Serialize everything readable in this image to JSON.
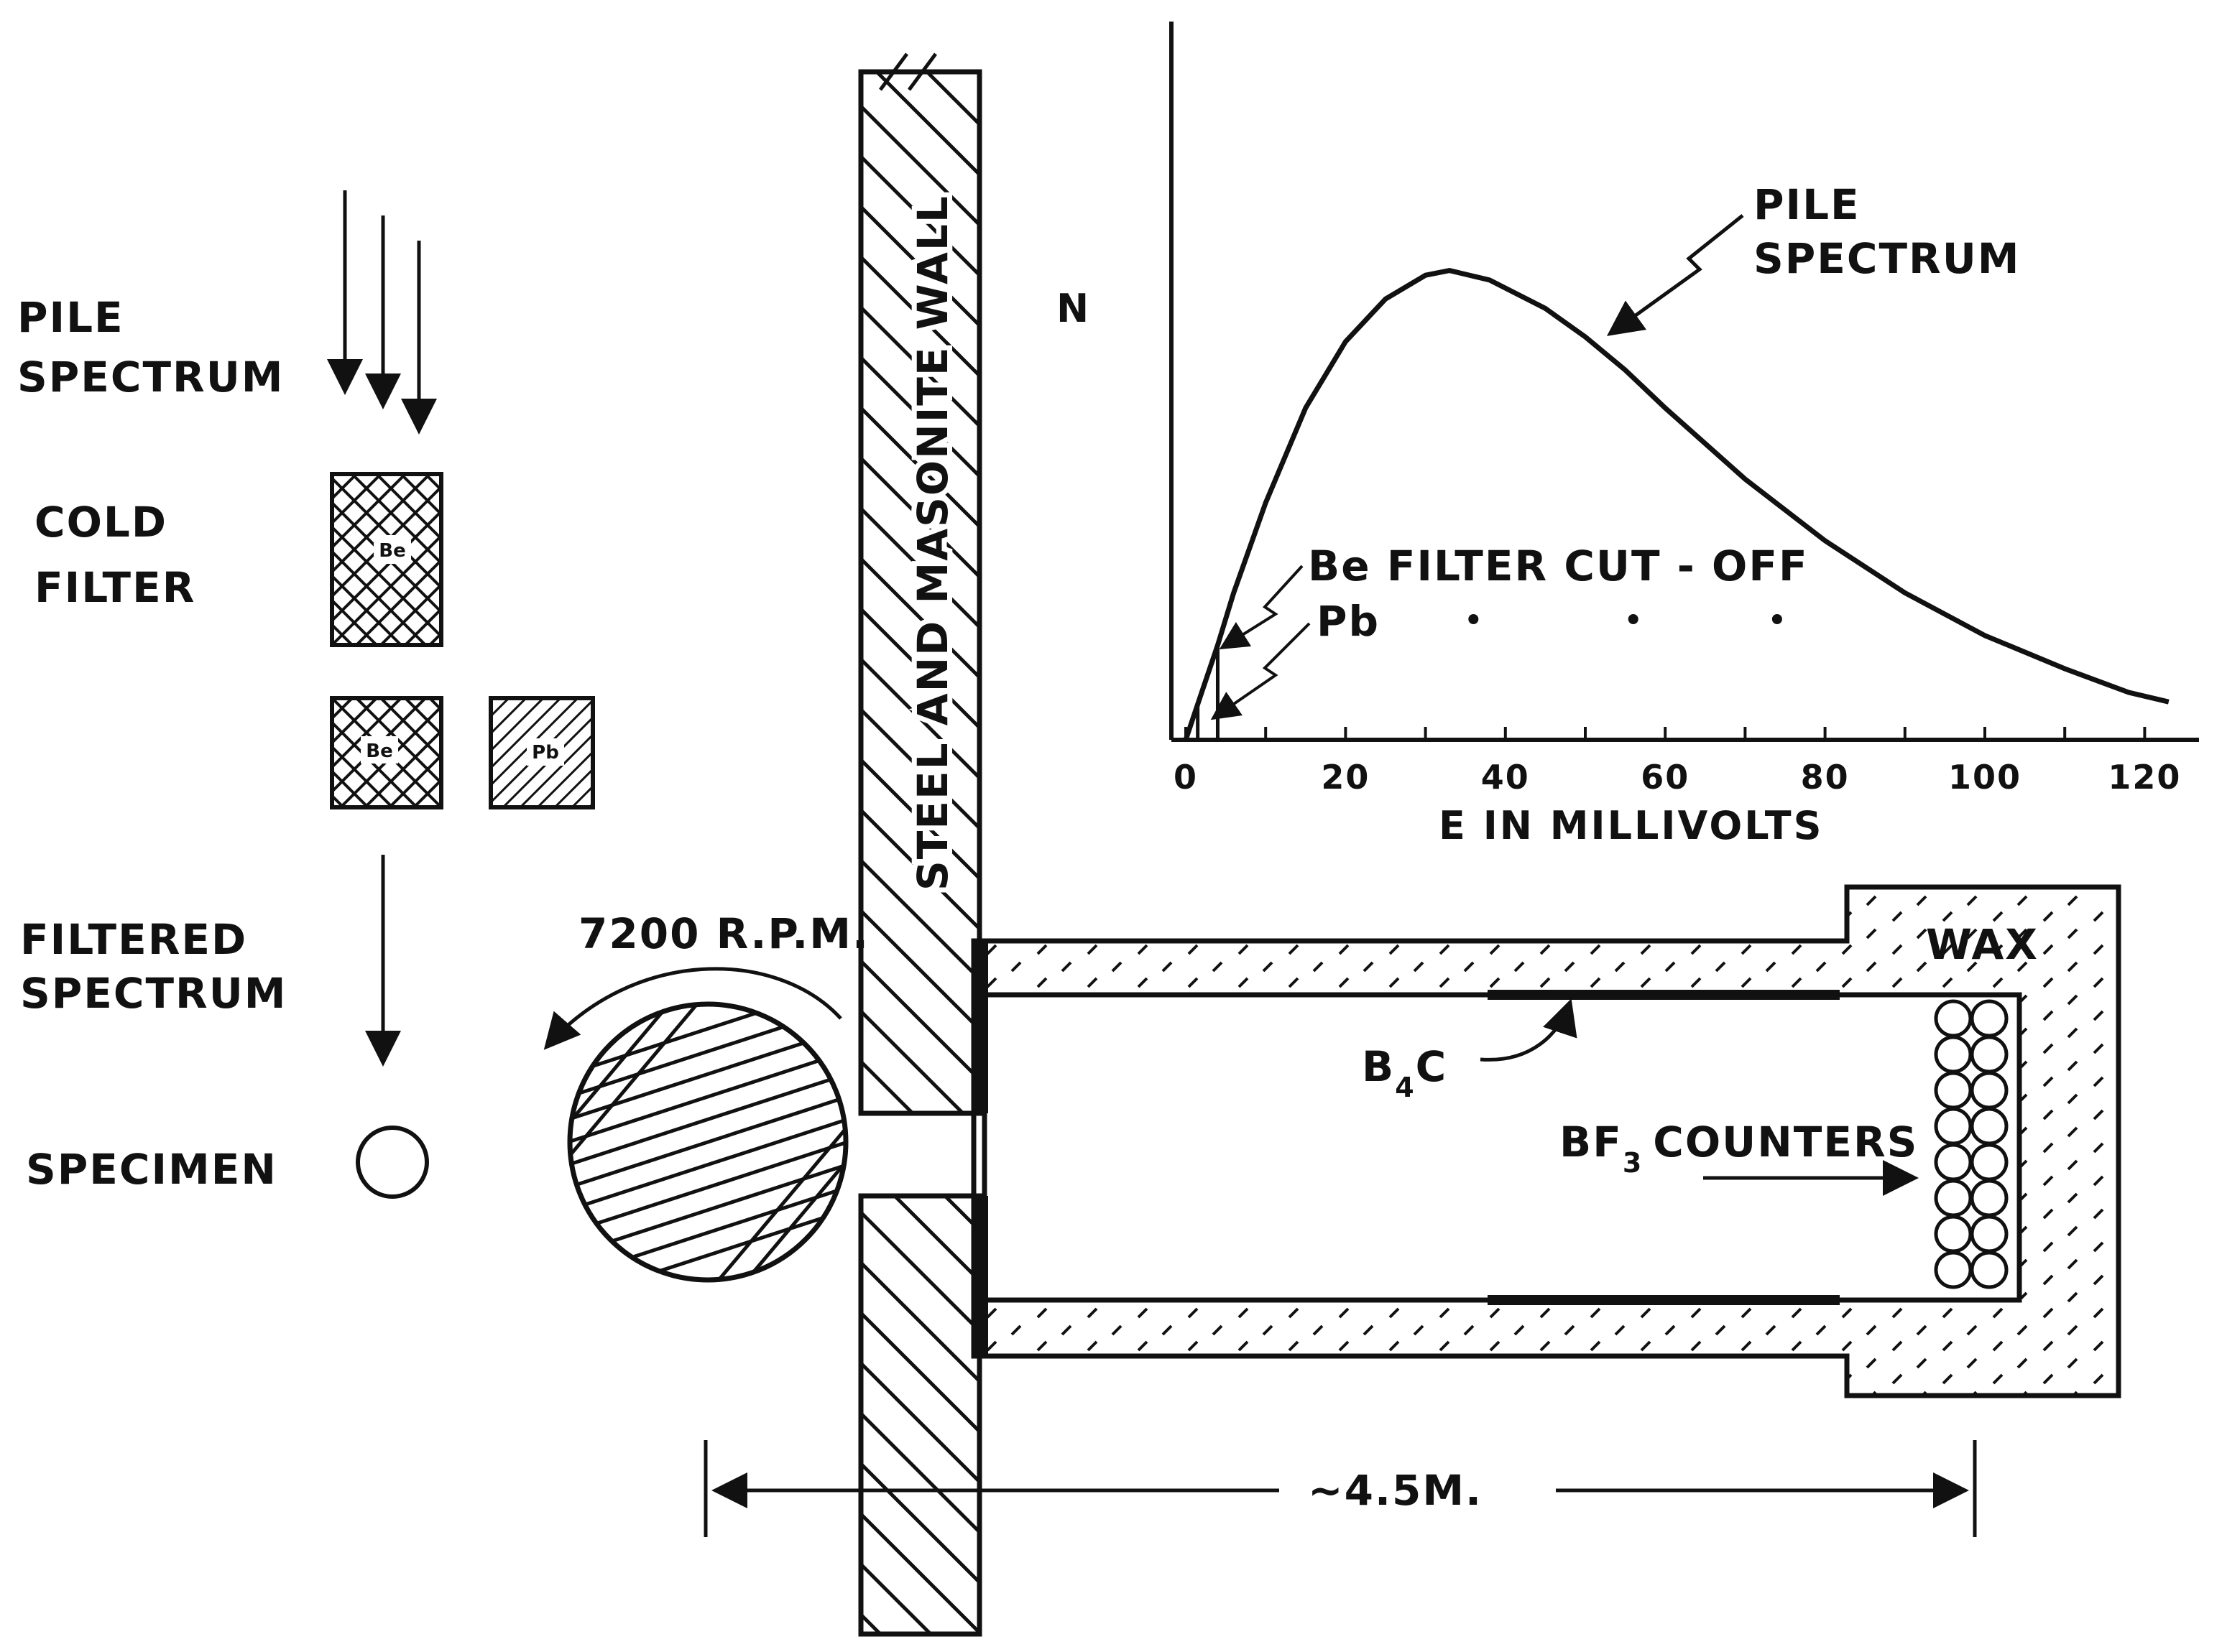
{
  "left_panel": {
    "incoming_label": [
      "PILE",
      "SPECTRUM"
    ],
    "cold_filter_label": [
      "COLD",
      "FILTER"
    ],
    "filter_be_text": "Be",
    "filter_pb_text": "Pb",
    "filtered_label": [
      "FILTERED",
      "SPECTRUM"
    ],
    "specimen_label": "SPECIMEN"
  },
  "rotor_label": "7200 R.P.M.",
  "wall_label": "STEEL AND MASONITE WALL",
  "detector": {
    "wax_label": "WAX",
    "b4c_label": {
      "main": "B",
      "sub": "4",
      "tail": "C"
    },
    "counters_label": {
      "main": "BF",
      "sub": "3",
      "tail": "COUNTERS"
    }
  },
  "distance_label": "~4.5M.",
  "chart_data": {
    "type": "line",
    "title": "",
    "xlabel": "E IN MILLIVOLTS",
    "ylabel": "N",
    "xlim": [
      0,
      125
    ],
    "xticks": [
      "0",
      "20",
      "40",
      "60",
      "80",
      "100",
      "120"
    ],
    "grid": false,
    "series": [
      {
        "name": "PILE SPECTRUM",
        "points": [
          [
            0,
            0
          ],
          [
            2,
            10
          ],
          [
            4,
            20
          ],
          [
            6,
            31
          ],
          [
            10,
            50
          ],
          [
            15,
            70
          ],
          [
            20,
            84
          ],
          [
            25,
            93
          ],
          [
            30,
            98
          ],
          [
            33,
            99
          ],
          [
            38,
            97
          ],
          [
            45,
            91
          ],
          [
            50,
            85
          ],
          [
            55,
            78
          ],
          [
            60,
            70
          ],
          [
            70,
            55
          ],
          [
            80,
            42
          ],
          [
            90,
            31
          ],
          [
            100,
            22
          ],
          [
            110,
            15
          ],
          [
            118,
            10
          ],
          [
            123,
            8
          ]
        ]
      }
    ],
    "annotations": {
      "curve_label": [
        "PILE",
        "SPECTRUM"
      ],
      "cutoff_label": "Be FILTER CUT - OFF",
      "pb_label": "Pb",
      "be_cutoff_x": 4,
      "pb_cutoff_x": 1.5,
      "dot_x": [
        36,
        56,
        74
      ]
    }
  }
}
